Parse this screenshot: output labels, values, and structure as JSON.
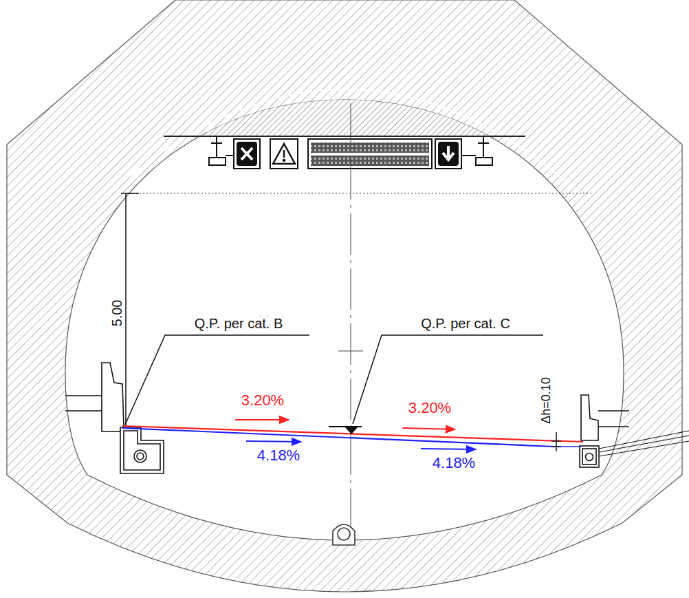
{
  "diagram": {
    "labels": [
      "5.00",
      "Q.P. per cat. B",
      "Q.P. per cat. C",
      "Δh=0.10",
      "3.20%",
      "3.20%",
      "4.18%",
      "4.18%"
    ]
  }
}
